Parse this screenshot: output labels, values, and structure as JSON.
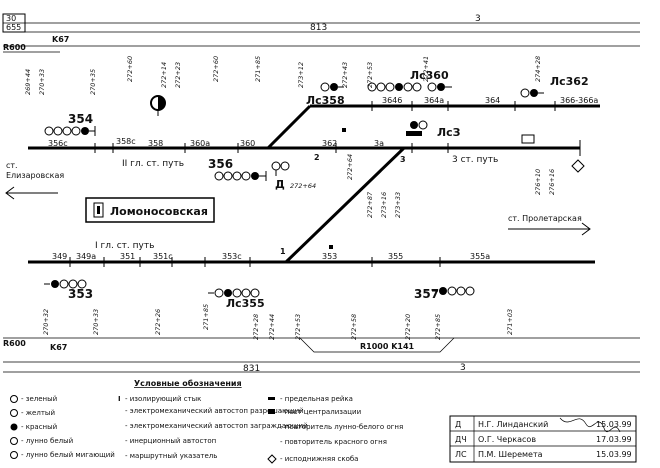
{
  "header": {
    "box_top": "30",
    "box_bottom": "655",
    "top_km": "813",
    "top_num": "3",
    "left_r": "R600",
    "left_k": "K67"
  },
  "stations": {
    "left_dir_line1": "ст.",
    "left_dir_line2": "Елизаровская",
    "right_dir": "ст. Пролетарская",
    "post_name": "Ломоносовская"
  },
  "tracks": {
    "track2_name": "II гл. ст. путь",
    "track3_name": "3 ст. путь",
    "track1_name": "I гл. ст. путь"
  },
  "signals": {
    "s354": "354",
    "s356": "356",
    "s353": "353",
    "s357": "357",
    "lc358": "Лс358",
    "lc360": "Лс360",
    "lc362": "Лс362",
    "lc3": "ЛсЗ",
    "lc355": "Лс355",
    "d": "Д"
  },
  "switches": {
    "sw1": "1",
    "sw2": "2",
    "sw3": "3"
  },
  "sections": {
    "top": [
      "3646",
      "364a",
      "364",
      "366-366a"
    ],
    "mid_left": [
      "356c",
      "358c",
      "358",
      "360a",
      "360"
    ],
    "mid": [
      "362",
      "3a"
    ],
    "low": [
      "349",
      "349a",
      "351",
      "351c",
      "353c",
      "353",
      "355",
      "355a"
    ]
  },
  "km_marks": {
    "top_row": [
      "269+44",
      "270+33",
      "270+35",
      "272+60",
      "272+14",
      "272+23",
      "272+60",
      "271+85",
      "273+12",
      "272+43",
      "272+53",
      "272+41",
      "274+28"
    ],
    "mid_row": [
      "272+64",
      "272+87",
      "273+16",
      "273+33",
      "276+10",
      "276+16",
      "272+64"
    ],
    "low_row": [
      "270+32",
      "270+33",
      "272+26",
      "271+85",
      "272+28",
      "272+44",
      "272+53",
      "272+58",
      "272+20",
      "272+85",
      "271+03"
    ]
  },
  "bottom": {
    "left_r": "R600",
    "left_k": "K67",
    "curve": "R1000  K141",
    "km": "831",
    "num": "3"
  },
  "legend": {
    "title": "Условные обозначения",
    "col1": [
      "- зеленый",
      "- желтый",
      "- красный",
      "- лунно белый",
      "- лунно белый мигающий"
    ],
    "col2": [
      "- изолирующий стык",
      "- электромеханический автостоп разрешающий",
      "- электромеханический автостоп заграждающий",
      "- инерционный автостоп",
      "- маршрутный указатель"
    ],
    "col3": [
      "- предельная рейка",
      "- пост централизации",
      "- повторитель лунно-белого огня",
      "- повторитель красного огня",
      "- исподнижняя скоба"
    ]
  },
  "stamp": {
    "rows": [
      {
        "code": "Д",
        "name": "Н.Г. Линданский",
        "date": "15.03.99"
      },
      {
        "code": "ДЧ",
        "name": "О.Г. Черкасов",
        "date": "17.03.99"
      },
      {
        "code": "ЛС",
        "name": "П.М. Шеремета",
        "date": "15.03.99"
      }
    ]
  },
  "colors": {
    "track": "#000000",
    "background": "#ffffff"
  }
}
